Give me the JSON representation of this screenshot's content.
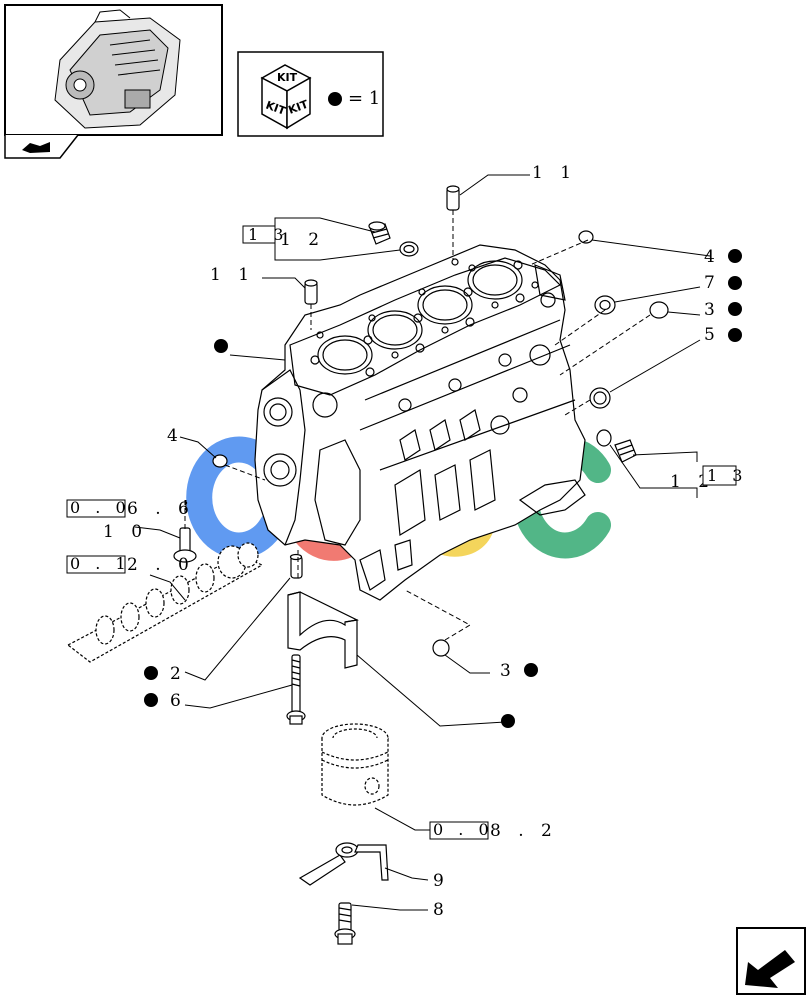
{
  "kit_legend": {
    "kit_word": "KIT",
    "equals_text": "= 1"
  },
  "callouts": {
    "c11_top": "1 1",
    "c11_left": "1 1",
    "c12_top": "1 2",
    "c12_right": "1 2",
    "c13_top": "1 3",
    "c13_right": "1 3",
    "c4_right": "4",
    "c7": "7",
    "c3_right": "3",
    "c5": "5",
    "c4_left": "4",
    "c10": "1 0",
    "c3_bottom": "3",
    "c2": "2",
    "c6": "6",
    "c9": "9",
    "c8": "8"
  },
  "ref_boxes": {
    "r066_box": "0 . 0",
    "r066_tail": "6 . 6",
    "r0120_box": "0 . 1",
    "r0120_tail": "2 . 0",
    "r082_box": "0 . 0",
    "r082_tail": "8 . 2"
  },
  "colors": {
    "line": "#000000",
    "watermark_blue": "#4f8ff0",
    "watermark_red": "#f06b63",
    "watermark_yellow": "#f3d04a",
    "watermark_green": "#3fae7a"
  }
}
